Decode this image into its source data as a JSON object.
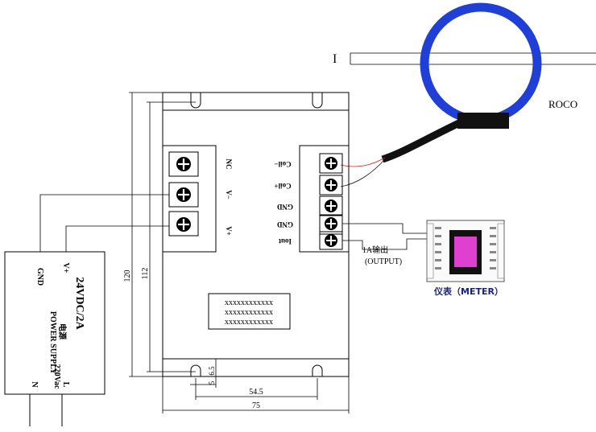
{
  "colors": {
    "coil": "#1f3fd6",
    "current_label": "#c00000",
    "meter_label": "#1a237e",
    "meter_screen": "#e040d0",
    "wire_red": "#d02020",
    "sensor_cable": "#111111"
  },
  "sensor": {
    "current_label": "I",
    "coil_label": "ROCO"
  },
  "module": {
    "left_terminals": [
      "NC",
      "V−",
      "V+"
    ],
    "right_terminals": [
      "Coil−",
      "Coil+",
      "GND",
      "GND",
      "Iout"
    ],
    "chip_text": [
      "xxxxxxxxxxxx",
      "xxxxxxxxxxxx",
      "xxxxxxxxxxxx"
    ]
  },
  "dimensions": {
    "height_outer": "120",
    "height_inner": "112",
    "width_outer": "75",
    "hole_spacing": "54.5",
    "slot_width": "6.5",
    "slot_offset": "5"
  },
  "power_supply": {
    "rating": "24VDC/2A",
    "name_en": "POWER SUPPLY",
    "name_cn": "电源",
    "input": "220Vac",
    "out_gnd": "GND",
    "out_vplus": "V+",
    "in_n": "N",
    "in_l": "L"
  },
  "output": {
    "label_cn": "1A输出",
    "label_en": "(OUTPUT)"
  },
  "meter": {
    "label": "仪表（METER）"
  }
}
